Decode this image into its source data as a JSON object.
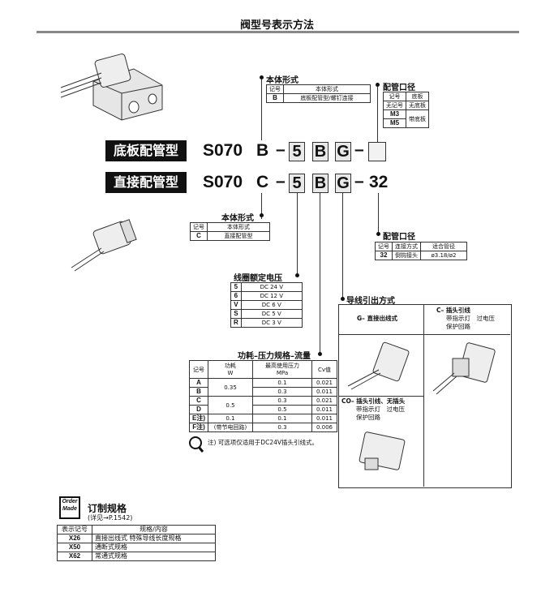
{
  "title": "阀型号表示方法",
  "rows": [
    {
      "label": "底板配管型",
      "model": "S070",
      "body_code": "B",
      "voltage_code": "5",
      "power_code": "B",
      "wire_code": "G",
      "port_code": ""
    },
    {
      "label": "直接配管型",
      "model": "S070",
      "body_code": "C",
      "voltage_code": "5",
      "power_code": "B",
      "wire_code": "G",
      "port_code": "32"
    }
  ],
  "dash": "–",
  "body_type_top": {
    "heading": "本体形式",
    "columns": [
      "记号",
      "本体形式"
    ],
    "rows": [
      [
        "B",
        "底板配管型/螺钉连接"
      ]
    ]
  },
  "port_top": {
    "heading": "配管口径",
    "columns": [
      "记号",
      "底板"
    ],
    "rows": [
      [
        "无记号",
        "无底板"
      ],
      [
        "M3",
        "带底板"
      ],
      [
        "M5",
        ""
      ]
    ]
  },
  "body_type_bottom": {
    "heading": "本体形式",
    "columns": [
      "记号",
      "本体形式"
    ],
    "rows": [
      [
        "C",
        "直接配管型"
      ]
    ]
  },
  "port_bottom": {
    "heading": "配管口径",
    "columns": [
      "记号",
      "连接方式",
      "适合管径"
    ],
    "rows": [
      [
        "32",
        "倒钩接头",
        "ø3.18/ø2"
      ]
    ]
  },
  "voltage": {
    "heading": "线圈额定电压",
    "rows": [
      [
        "5",
        "DC 24 V"
      ],
      [
        "6",
        "DC 12 V"
      ],
      [
        "V",
        "DC 6 V"
      ],
      [
        "S",
        "DC 5 V"
      ],
      [
        "R",
        "DC 3 V"
      ]
    ]
  },
  "power": {
    "heading": "功耗–压力规格–流量",
    "columns": [
      "记号",
      "功耗\nW",
      "最高使用压力\nMPa",
      "Cv值"
    ],
    "rows": [
      [
        "A",
        "0.35",
        "0.1",
        "0.021"
      ],
      [
        "B",
        "",
        "0.3",
        "0.011"
      ],
      [
        "C",
        "0.5",
        "0.3",
        "0.021"
      ],
      [
        "D",
        "",
        "0.5",
        "0.011"
      ],
      [
        "E注)",
        "0.1",
        "0.1",
        "0.011"
      ],
      [
        "F注)",
        "(带节电回路)",
        "0.3",
        "0.006"
      ]
    ],
    "note": "注) 可选项仅适用于DC24V插头引线式。"
  },
  "wire": {
    "heading": "导线引出方式",
    "g": "G– 直接出线式",
    "c": [
      "C– 插头引线",
      "带指示灯　过电压",
      "保护回路"
    ],
    "co": [
      "CO– 插头引线、无插头",
      "带指示灯　过电压",
      "保护回路"
    ]
  },
  "order": {
    "logo": [
      "Order",
      "Made"
    ],
    "heading": "订制规格",
    "sub": "(详见→P.1542)",
    "columns": [
      "表示记号",
      "规格/内容"
    ],
    "rows": [
      [
        "X26",
        "直接出线式 特殊导线长度规格"
      ],
      [
        "X50",
        "通断式规格"
      ],
      [
        "X62",
        "常通式规格"
      ]
    ]
  }
}
